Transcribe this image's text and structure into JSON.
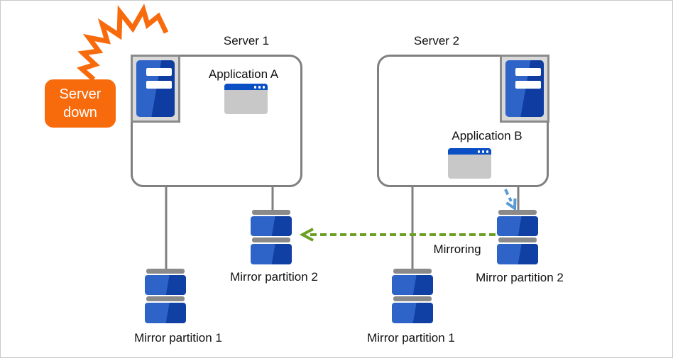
{
  "labels": {
    "server1": "Server 1",
    "server2": "Server 2",
    "server_down": "Server down",
    "app_a": "Application A",
    "app_b": "Application B",
    "mirroring": "Mirroring",
    "s1_mp1": "Mirror partition 1",
    "s1_mp2": "Mirror partition 2",
    "s2_mp1": "Mirror partition 1",
    "s2_mp2": "Mirror partition 2"
  },
  "colors": {
    "crash_orange": "#F86B0C",
    "box_border_gray": "#808080",
    "icon_frame_gray": "#8A8A8A",
    "disk_blue_light": "#2E64C8",
    "disk_blue_dark": "#1040A4",
    "window_titlebar_blue": "#0B4FC4",
    "mirroring_arrow_green": "#6CA024",
    "write_arrow_blue": "#5B9BD5"
  }
}
